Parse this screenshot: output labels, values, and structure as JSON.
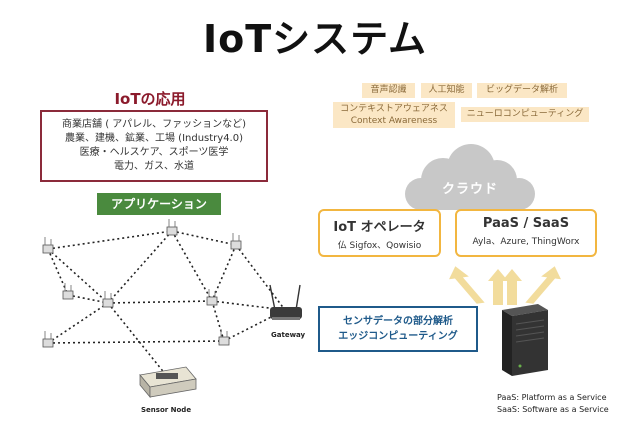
{
  "title": "IoTシステム",
  "applications": {
    "heading": "IoTの応用",
    "lines": [
      "商業店舗 ( アパレル、ファッションなど)",
      "農業、建機、鉱業、工場 (Industry4.0)",
      "医療・ヘルスケア、スポーツ医学",
      "電力、ガス、水道"
    ],
    "label": "アプリケーション"
  },
  "tags": {
    "speech": "音声認識",
    "ai": "人工知能",
    "bigdata": "ビッグデータ解析",
    "context_jp": "コンテキストアウェアネス",
    "context_en": "Context Awareness",
    "neuro": "ニューロコンピューティング"
  },
  "cloud": {
    "label": "クラウド"
  },
  "operator": {
    "title": "IoT オペレータ",
    "examples": "仏 Sigfox、Qowisio"
  },
  "paas": {
    "title": "PaaS / SaaS",
    "examples": "Ayla、Azure, ThingWorx"
  },
  "edge": {
    "line1": "センサデータの部分解析",
    "line2": "エッジコンピューティング"
  },
  "network": {
    "gateway": "Gateway",
    "sensor_node": "Sensor Node"
  },
  "footnotes": {
    "paas": "PaaS: Platform as a Service",
    "saas": "SaaS: Software as a Service"
  },
  "colors": {
    "app_border": "#8b2a3a",
    "app_label_bg": "#4a8a3e",
    "tag_bg": "#fbe7c5",
    "service_border": "#f2b640",
    "edge_border": "#1f5a8a",
    "cloud": "#c8c8c8",
    "arrow": "#f2dc9c"
  }
}
